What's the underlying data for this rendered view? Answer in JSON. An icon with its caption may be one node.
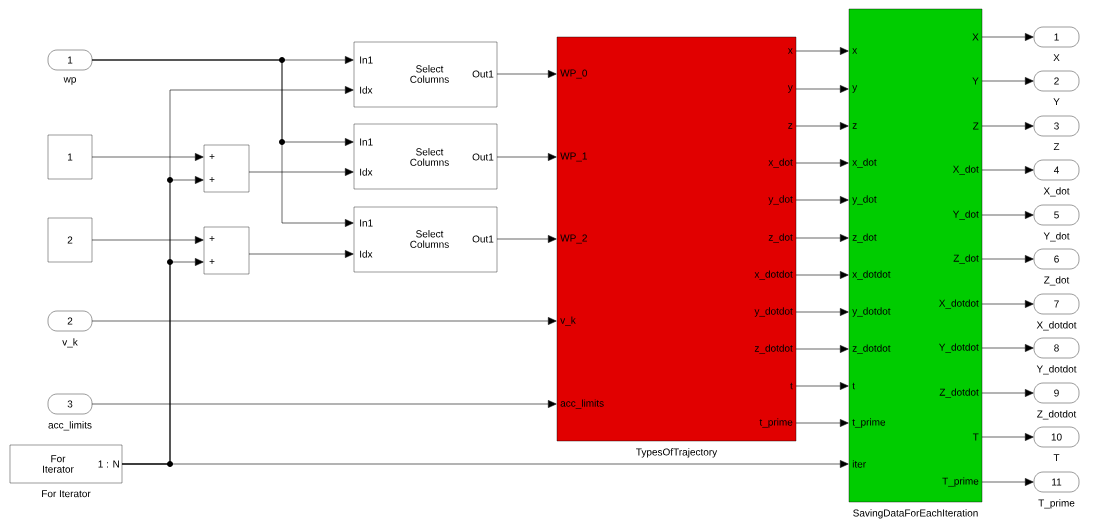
{
  "diagram": {
    "nodes": [
      {
        "text": [
          "1"
        ],
        "beside": [
          "wp"
        ]
      },
      {
        "text": [
          "1"
        ]
      },
      {
        "text": [
          "2"
        ]
      },
      {
        "text": [
          "2"
        ],
        "beside": [
          "v_k"
        ]
      },
      {
        "text": [
          "3"
        ],
        "beside": [
          "acc_limits"
        ]
      },
      {
        "text": [
          "For Iterator",
          "1 : N"
        ],
        "beside": [
          "For Iterator"
        ]
      },
      {
        "text": [
          "+",
          "+"
        ]
      },
      {
        "text": [
          "+",
          "+"
        ]
      },
      {
        "text": [
          "In1",
          "Idx",
          "Select Columns",
          "Out1"
        ]
      },
      {
        "text": [
          "In1",
          "Idx",
          "Select Columns",
          "Out1"
        ]
      },
      {
        "text": [
          "In1",
          "Idx",
          "Select Columns",
          "Out1"
        ]
      },
      {
        "text": [
          "WP_0",
          "WP_1",
          "WP_2",
          "v_k",
          "acc_limits",
          "x",
          "y",
          "z",
          "x_dot",
          "y_dot",
          "z_dot",
          "x_dotdot",
          "y_dotdot",
          "z_dotdot",
          "t",
          "t_prime"
        ],
        "beside": [
          "TypesOfTrajectory"
        ]
      },
      {
        "text": [
          "x",
          "y",
          "z",
          "x_dot",
          "y_dot",
          "z_dot",
          "x_dotdot",
          "y_dotdot",
          "z_dotdot",
          "t",
          "t_prime",
          "iter",
          "X",
          "Y",
          "Z",
          "X_dot",
          "Y_dot",
          "Z_dot",
          "X_dotdot",
          "Y_dotdot",
          "Z_dotdot",
          "T",
          "T_prime"
        ],
        "beside": [
          "SavingDataForEachIteration"
        ]
      },
      {
        "text": [
          "1"
        ],
        "beside": [
          "X"
        ]
      },
      {
        "text": [
          "2"
        ],
        "beside": [
          "Y"
        ]
      },
      {
        "text": [
          "3"
        ],
        "beside": [
          "Z"
        ]
      },
      {
        "text": [
          "4"
        ],
        "beside": [
          "X_dot"
        ]
      },
      {
        "text": [
          "5"
        ],
        "beside": [
          "Y_dot"
        ]
      },
      {
        "text": [
          "6"
        ],
        "beside": [
          "Z_dot"
        ]
      },
      {
        "text": [
          "7"
        ],
        "beside": [
          "X_dotdot"
        ]
      },
      {
        "text": [
          "8"
        ],
        "beside": [
          "Y_dotdot"
        ]
      },
      {
        "text": [
          "9"
        ],
        "beside": [
          "Z_dotdot"
        ]
      },
      {
        "text": [
          "10"
        ],
        "beside": [
          "T"
        ]
      },
      {
        "text": [
          "11"
        ],
        "beside": [
          "T_prime"
        ]
      }
    ],
    "edges": [
      {
        "from": 0,
        "to": 8,
        "arrow": "to"
      },
      {
        "from": 0,
        "to": 9,
        "arrow": "to"
      },
      {
        "from": 0,
        "to": 10,
        "arrow": "to"
      },
      {
        "from": 1,
        "to": 6,
        "arrow": "to"
      },
      {
        "from": 2,
        "to": 7,
        "arrow": "to"
      },
      {
        "from": 5,
        "to": 8,
        "arrow": "to"
      },
      {
        "from": 5,
        "to": 6,
        "arrow": "to"
      },
      {
        "from": 5,
        "to": 7,
        "arrow": "to"
      },
      {
        "from": 6,
        "to": 9,
        "arrow": "to"
      },
      {
        "from": 7,
        "to": 10,
        "arrow": "to"
      },
      {
        "from": 8,
        "to": 11,
        "arrow": "to"
      },
      {
        "from": 9,
        "to": 11,
        "arrow": "to"
      },
      {
        "from": 10,
        "to": 11,
        "arrow": "to"
      },
      {
        "from": 3,
        "to": 11,
        "arrow": "to"
      },
      {
        "from": 4,
        "to": 11,
        "arrow": "to"
      },
      {
        "from": 5,
        "to": 12,
        "arrow": "to"
      },
      {
        "from": 11,
        "to": 12,
        "arrow": "to"
      },
      {
        "from": 11,
        "to": 12,
        "arrow": "to"
      },
      {
        "from": 11,
        "to": 12,
        "arrow": "to"
      },
      {
        "from": 11,
        "to": 12,
        "arrow": "to"
      },
      {
        "from": 11,
        "to": 12,
        "arrow": "to"
      },
      {
        "from": 11,
        "to": 12,
        "arrow": "to"
      },
      {
        "from": 11,
        "to": 12,
        "arrow": "to"
      },
      {
        "from": 11,
        "to": 12,
        "arrow": "to"
      },
      {
        "from": 11,
        "to": 12,
        "arrow": "to"
      },
      {
        "from": 11,
        "to": 12,
        "arrow": "to"
      },
      {
        "from": 11,
        "to": 12,
        "arrow": "to"
      },
      {
        "from": 12,
        "to": 13,
        "arrow": "to"
      },
      {
        "from": 12,
        "to": 14,
        "arrow": "to"
      },
      {
        "from": 12,
        "to": 15,
        "arrow": "to"
      },
      {
        "from": 12,
        "to": 16,
        "arrow": "to"
      },
      {
        "from": 12,
        "to": 17,
        "arrow": "to"
      },
      {
        "from": 12,
        "to": 18,
        "arrow": "to"
      },
      {
        "from": 12,
        "to": 19,
        "arrow": "to"
      },
      {
        "from": 12,
        "to": 20,
        "arrow": "to"
      },
      {
        "from": 12,
        "to": 21,
        "arrow": "to"
      },
      {
        "from": 12,
        "to": 22,
        "arrow": "to"
      },
      {
        "from": 12,
        "to": 23,
        "arrow": "to"
      }
    ]
  }
}
